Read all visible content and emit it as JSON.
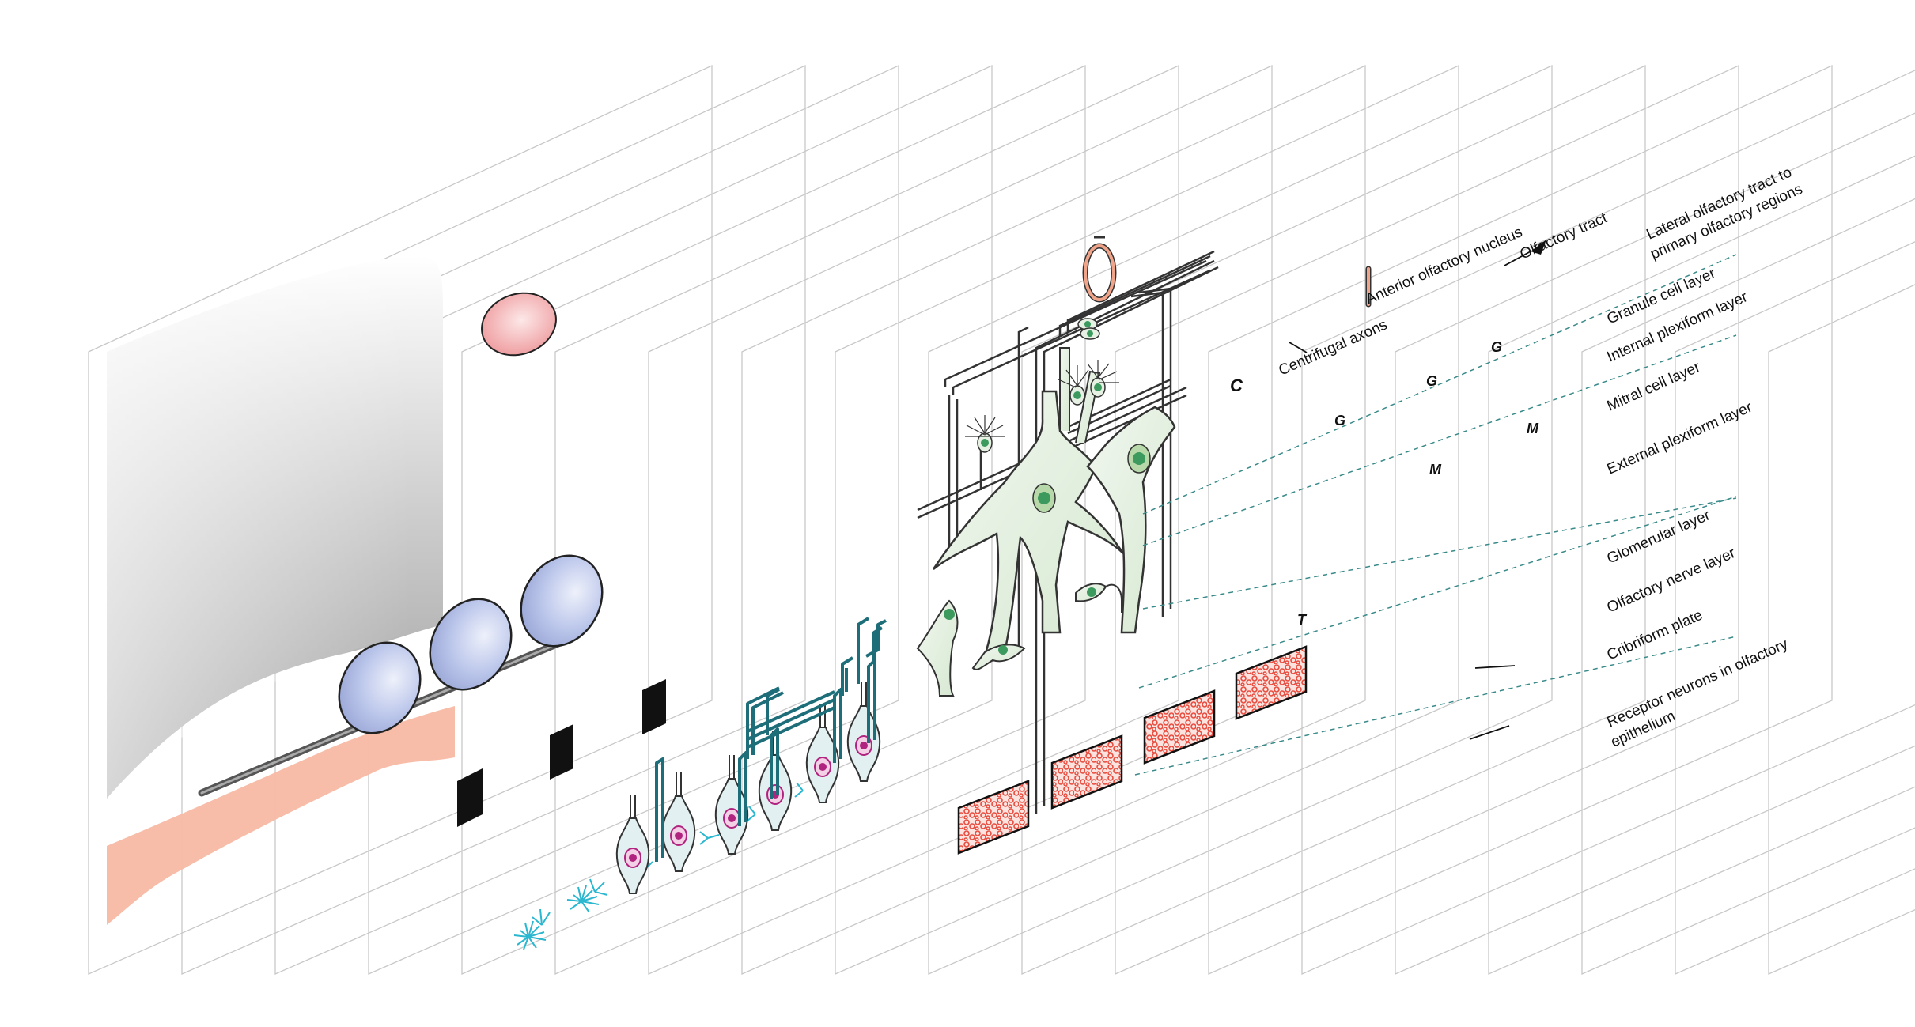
{
  "labels": {
    "lateral_tract": [
      "Lateral olfactory tract to",
      "primary olfactory regions"
    ],
    "anterior_nucleus": "Anterior olfactory nucleus",
    "olfactory_tract": "Olfactory tract",
    "centrifugal": "Centrifugal axons",
    "granule_layer": "Granule cell layer",
    "internal_plexiform": "Internal plexiform layer",
    "mitral_layer": "Mitral cell layer",
    "external_plexiform": "External plexiform layer",
    "glomerular": "Glomerular layer",
    "nerve_layer": "Olfactory nerve layer",
    "cribriform": "Cribriform plate",
    "receptor": [
      "Receptor neurons in olfactory",
      "epithelium"
    ]
  },
  "letters": {
    "c": "C",
    "g": "G",
    "m": "M",
    "t": "T"
  },
  "colors": {
    "panel_stroke": "#c8c8c8",
    "cell_fill": "#e6f1e3",
    "nucleus": "#3c9a5e",
    "receptor_nucleus": "#b0237f",
    "dendrite_teal": "#1e6e7a",
    "cyan_cilia": "#2bb7d0",
    "glomerulus_red": "#e84b3d",
    "ball_blue": "#b8c4ea",
    "ellipse_pink": "#f3aeb0",
    "epithelium": "#f7b9a4",
    "dashed": "#3a8a8a"
  }
}
